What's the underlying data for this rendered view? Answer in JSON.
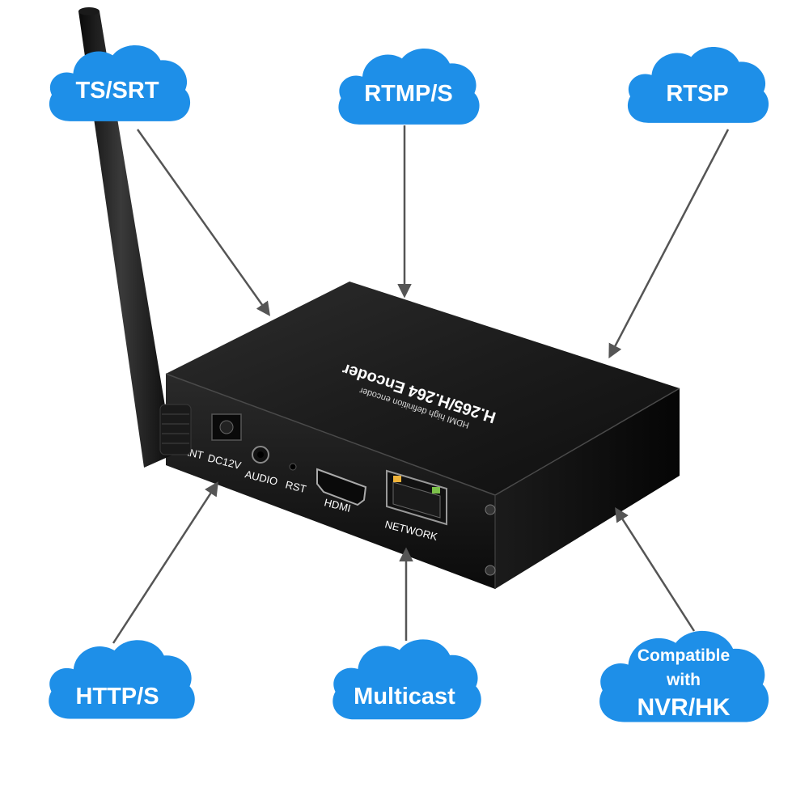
{
  "device": {
    "title": "H.265/H.264 Encoder",
    "subtitle": "HDMI high definition encoder",
    "ports": {
      "ant": "ANT",
      "dc": "DC12V",
      "audio": "AUDIO",
      "rst": "RST",
      "hdmi": "HDMI",
      "network": "NETWORK"
    }
  },
  "clouds": {
    "ts_srt": "TS/SRT",
    "rtmps": "RTMP/S",
    "rtsp": "RTSP",
    "https": "HTTP/S",
    "multicast": "Multicast",
    "compat_line1": "Compatible",
    "compat_line2": "with",
    "compat_line3": "NVR/HK"
  },
  "colors": {
    "cloud": "#1e8fe8",
    "cloud_edge": "#1378cc",
    "arrow": "#555555",
    "device_body": "#1a1a1a"
  }
}
